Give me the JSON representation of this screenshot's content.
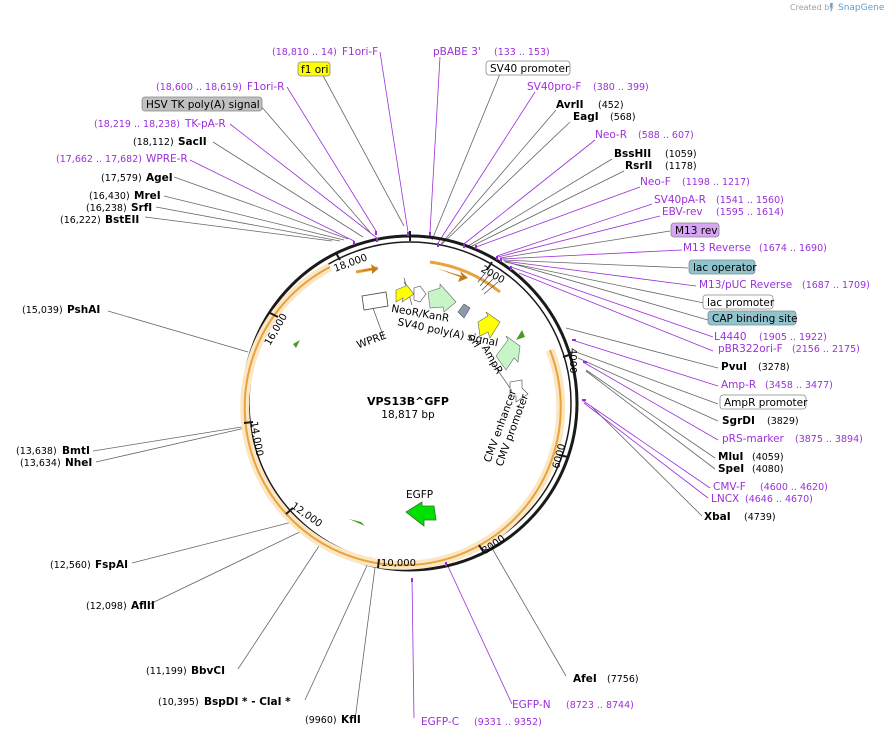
{
  "credit": {
    "prefix": "Created by",
    "brand": "SnapGene"
  },
  "plasmid": {
    "name": "VPS13B^GFP",
    "size": "18,817 bp"
  },
  "ticks": [
    "2000",
    "4000",
    "6000",
    "8000",
    "10,000",
    "12,000",
    "14,000",
    "16,000",
    "18,000"
  ],
  "primers": [
    {
      "name": "F1ori-F",
      "pos": "(18,810 .. 14)"
    },
    {
      "name": "pBABE 3'",
      "pos": "(133 .. 153)"
    },
    {
      "name": "SV40pro-F",
      "pos": "(380 .. 399)"
    },
    {
      "name": "Neo-R",
      "pos": "(588 .. 607)"
    },
    {
      "name": "Neo-F",
      "pos": "(1198 .. 1217)"
    },
    {
      "name": "SV40pA-R",
      "pos": "(1541 .. 1560)"
    },
    {
      "name": "EBV-rev",
      "pos": "(1595 .. 1614)"
    },
    {
      "name": "M13 Reverse",
      "pos": "(1674 .. 1690)"
    },
    {
      "name": "M13/pUC Reverse",
      "pos": "(1687 .. 1709)"
    },
    {
      "name": "L4440",
      "pos": "(1905 .. 1922)"
    },
    {
      "name": "pBR322ori-F",
      "pos": "(2156 .. 2175)"
    },
    {
      "name": "Amp-R",
      "pos": "(3458 .. 3477)"
    },
    {
      "name": "pRS-marker",
      "pos": "(3875 .. 3894)"
    },
    {
      "name": "CMV-F",
      "pos": "(4600 .. 4620)"
    },
    {
      "name": "LNCX",
      "pos": "(4646 .. 4670)"
    },
    {
      "name": "EGFP-N",
      "pos": "(8723 .. 8744)"
    },
    {
      "name": "EGFP-C",
      "pos": "(9331 .. 9352)"
    },
    {
      "name": "WPRE-R",
      "pos": "(17,662 .. 17,682)"
    },
    {
      "name": "TK-pA-R",
      "pos": "(18,219 .. 18,238)"
    },
    {
      "name": "F1ori-R",
      "pos": "(18,600 .. 18,619)"
    }
  ],
  "enzymes": [
    {
      "name": "AvrII",
      "pos": "(452)"
    },
    {
      "name": "EagI",
      "pos": "(568)"
    },
    {
      "name": "BssHII",
      "pos": "(1059)"
    },
    {
      "name": "RsrII",
      "pos": "(1178)"
    },
    {
      "name": "PvuI",
      "pos": "(3278)"
    },
    {
      "name": "SgrDI",
      "pos": "(3829)"
    },
    {
      "name": "MluI",
      "pos": "(4059)"
    },
    {
      "name": "SpeI",
      "pos": "(4080)"
    },
    {
      "name": "XbaI",
      "pos": "(4739)"
    },
    {
      "name": "AfeI",
      "pos": "(7756)"
    },
    {
      "name": "KflI",
      "pos": "(9960)"
    },
    {
      "name": "BspDI * - ClaI *",
      "pos": "(10,395)"
    },
    {
      "name": "BbvCI",
      "pos": "(11,199)"
    },
    {
      "name": "AflII",
      "pos": "(12,098)"
    },
    {
      "name": "FspAI",
      "pos": "(12,560)"
    },
    {
      "name": "BmtI",
      "pos": "(13,638)"
    },
    {
      "name": "NheI",
      "pos": "(13,634)"
    },
    {
      "name": "PshAI",
      "pos": "(15,039)"
    },
    {
      "name": "BstEII",
      "pos": "(16,222)"
    },
    {
      "name": "SrfI",
      "pos": "(16,238)"
    },
    {
      "name": "MreI",
      "pos": "(16,430)"
    },
    {
      "name": "AgeI",
      "pos": "(17,579)"
    },
    {
      "name": "SacII",
      "pos": "(18,112)"
    }
  ],
  "boxed_features": [
    {
      "name": "f1 ori",
      "color": "#ffff00"
    },
    {
      "name": "SV40 promoter",
      "color": "#ffffff"
    },
    {
      "name": "HSV TK poly(A) signal",
      "color": "#c0c0c0"
    },
    {
      "name": "M13 rev",
      "color": "#d6a6f5"
    },
    {
      "name": "lac operator",
      "color": "#8fc4cf"
    },
    {
      "name": "lac promoter",
      "color": "#ffffff"
    },
    {
      "name": "CAP binding site",
      "color": "#8fc4cf"
    },
    {
      "name": "AmpR promoter",
      "color": "#ffffff"
    }
  ],
  "inner_features": [
    "WPRE",
    "NeoR/KanR",
    "SV40 poly(A) signal",
    "ori",
    "AmpR",
    "CMV enhancer",
    "CMV promoter",
    "EGFP"
  ],
  "colors": {
    "primer": "#9b30d9",
    "backbone": "#1a1a1a",
    "orf": "#e8a33c",
    "egfp": "#00e000",
    "ampr": "#c8f5c8",
    "neor": "#c8f5c8"
  }
}
